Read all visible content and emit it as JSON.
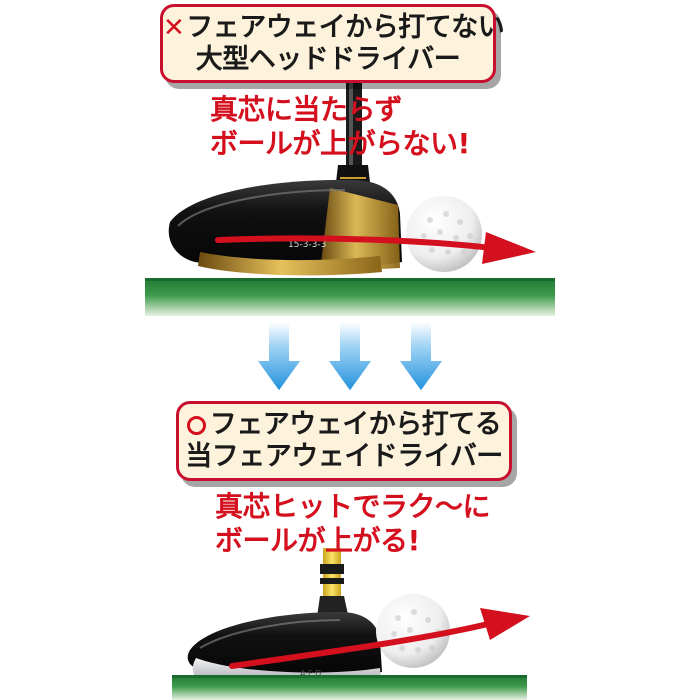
{
  "top": {
    "callout_mark": "✕",
    "callout_line1": "フェアウェイから打てない",
    "callout_line2": "大型ヘッドドライバー",
    "caption_line1": "真芯に当たらず",
    "caption_line2": "ボールが上がらない!",
    "club_loft_marking": "15-3-3-3"
  },
  "bottom": {
    "callout_line1": "フェアウェイから打てる",
    "callout_line2": "当フェアウェイドライバー",
    "caption_line1": "真芯ヒットでラク～に",
    "caption_line2": "ボールが上がる!"
  },
  "colors": {
    "accent_red": "#d4101e",
    "callout_bg": "#fdf3dc",
    "turf_green": "#2e8b3e",
    "arrow_blue": "#2f9fe0",
    "shaft_yellow": "#f2d23a"
  },
  "icons": {
    "top_mark": "cross-mark-icon",
    "bottom_mark": "circle-mark-icon",
    "transition": "down-arrow-icon"
  }
}
